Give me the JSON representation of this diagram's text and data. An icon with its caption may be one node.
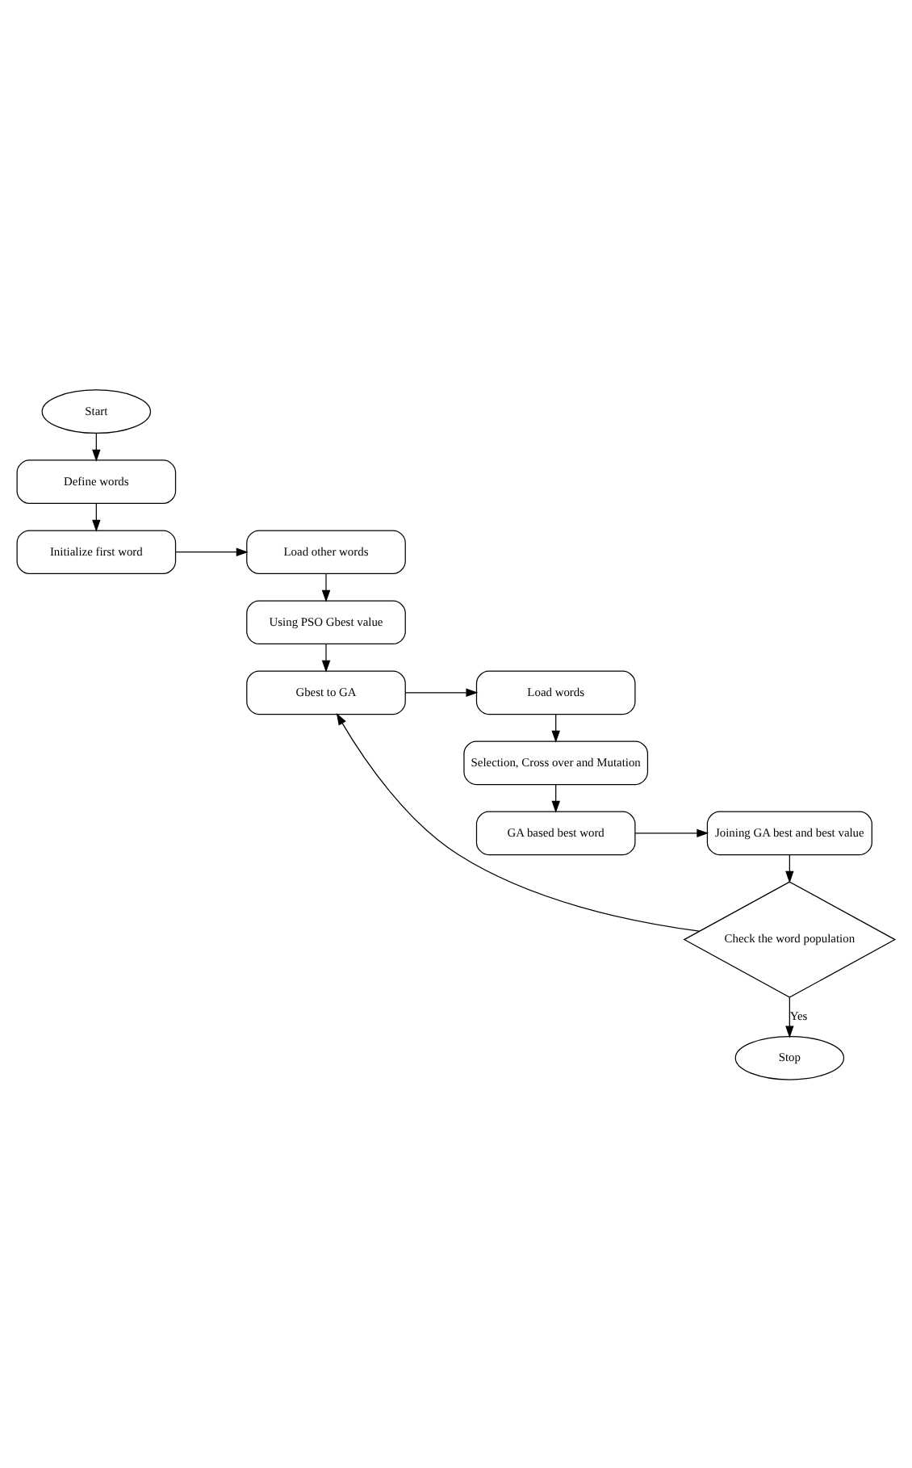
{
  "diagram": {
    "nodes": [
      {
        "text": [
          "Start"
        ]
      },
      {
        "text": [
          "Define words"
        ]
      },
      {
        "text": [
          "Initialize first word"
        ]
      },
      {
        "text": [
          "Load other words"
        ]
      },
      {
        "text": [
          "Using PSO Gbest value"
        ]
      },
      {
        "text": [
          "Gbest to GA"
        ]
      },
      {
        "text": [
          "Load words"
        ]
      },
      {
        "text": [
          "Selection, Cross over and Mutation"
        ]
      },
      {
        "text": [
          "GA based best word"
        ]
      },
      {
        "text": [
          "Joining GA best and best value"
        ]
      },
      {
        "text": [
          "Check the word population"
        ]
      },
      {
        "text": [
          "Stop"
        ]
      }
    ],
    "edges": [
      {
        "from": 0,
        "to": 1,
        "arrow": "to"
      },
      {
        "from": 1,
        "to": 2,
        "arrow": "to"
      },
      {
        "from": 2,
        "to": 3,
        "arrow": "to"
      },
      {
        "from": 3,
        "to": 4,
        "arrow": "to"
      },
      {
        "from": 4,
        "to": 5,
        "arrow": "to"
      },
      {
        "from": 5,
        "to": 6,
        "arrow": "to"
      },
      {
        "from": 6,
        "to": 7,
        "arrow": "to"
      },
      {
        "from": 7,
        "to": 8,
        "arrow": "to"
      },
      {
        "from": 8,
        "to": 9,
        "arrow": "to"
      },
      {
        "from": 9,
        "to": 10,
        "arrow": "to"
      },
      {
        "from": 10,
        "to": 11,
        "arrow": "to",
        "label": "Yes"
      },
      {
        "from": 10,
        "to": 5,
        "arrow": "to"
      }
    ]
  }
}
